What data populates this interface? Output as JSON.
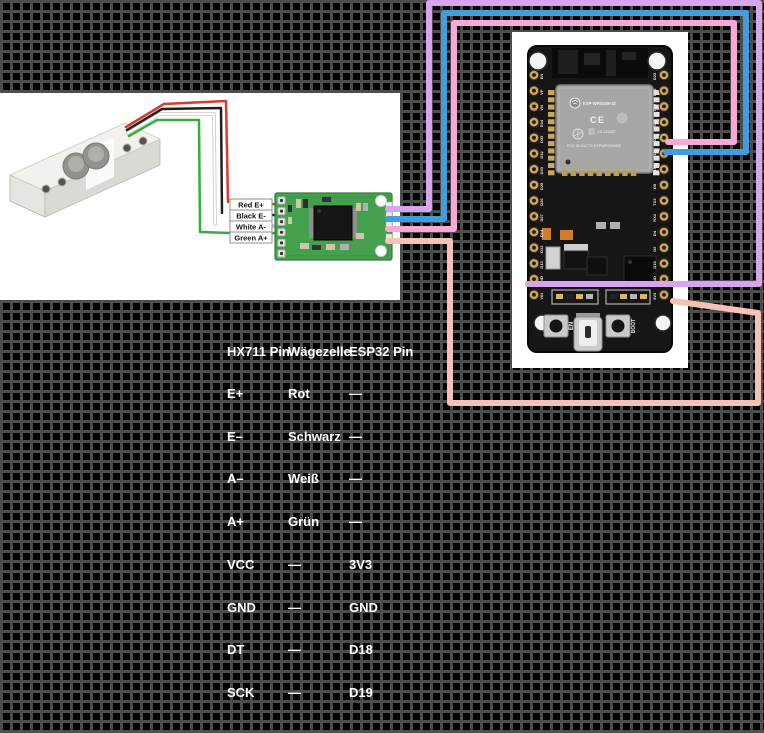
{
  "colors": {
    "wire_purple": "#d7a5ee",
    "wire_blue": "#3f9edb",
    "wire_pink": "#f9a9d8",
    "wire_salmon": "#f5c2b3",
    "wire_red": "#d63b2f",
    "wire_black": "#1f1f1f",
    "wire_white": "#ffffff",
    "wire_white_outline": "#c8c8c4",
    "wire_green": "#33b03a",
    "grid_line": "#4d4d4d",
    "pcb_green": "#44a04c"
  },
  "hx711_photo": {
    "pin_labels": [
      "Red E+",
      "Black E-",
      "White A-",
      "Green A+"
    ]
  },
  "esp32_photo": {
    "module_label": "ESP-WROOM-32",
    "ce_label": "CE",
    "cert_label": "211-101007",
    "r_mark": "R",
    "fcc_label": "FCC ID:2AC7Z-ESPWROOM32",
    "en_button_label": "EN",
    "boot_button_label": "BOOT",
    "left_pins": [
      "EN",
      "VP",
      "VN",
      "D34",
      "D35",
      "D32",
      "D33",
      "D25",
      "D26",
      "D27",
      "D14",
      "D12",
      "D13",
      "GND",
      "VIN"
    ],
    "right_pins": [
      "D23",
      "D22",
      "TXD",
      "RXD",
      "D21",
      "D19",
      "D18",
      "D5",
      "TX2",
      "RX2",
      "D4",
      "D2",
      "D15",
      "GND",
      "3V3"
    ]
  },
  "pin_table": {
    "headers": [
      "HX711 Pin",
      "Wägezelle",
      "ESP32 Pin"
    ],
    "rows": [
      [
        "E+",
        "Rot",
        "—"
      ],
      [
        "E–",
        "Schwarz",
        "—"
      ],
      [
        "A–",
        "Weiß",
        "—"
      ],
      [
        "A+",
        "Grün",
        "—"
      ],
      [
        "VCC",
        "—",
        "3V3"
      ],
      [
        "GND",
        "—",
        "GND"
      ],
      [
        "DT",
        "—",
        "D18"
      ],
      [
        "SCK",
        "—",
        "D19"
      ]
    ]
  }
}
